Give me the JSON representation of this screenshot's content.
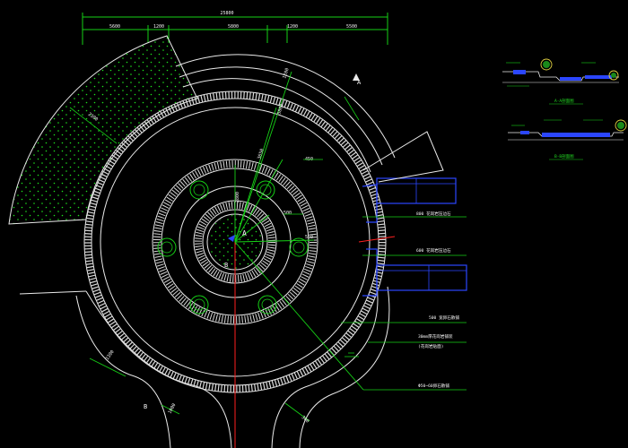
{
  "drawing": {
    "dimensions_top": {
      "overall": "25800",
      "segments": [
        "5600",
        "1200",
        "5800",
        "1200",
        "5500"
      ]
    },
    "radial_dims": {
      "outer_band": "1200",
      "ring_a": "5800",
      "ring_b": "3650",
      "inner": "2800",
      "pavement": "2300",
      "path_left": "1300",
      "path_right": "1000",
      "path_lower_right": "300",
      "center_offset": "500",
      "small_right": "550",
      "small_left": "450"
    },
    "markers": {
      "center": "A",
      "top_right": "A",
      "inner_b": "B",
      "bottom_left": "B"
    },
    "leaders": [
      "800 花岗岩压边石",
      "600 花岗岩压边石",
      "500 宽卵石散铺",
      "30mm厚花岗岩铺装",
      "(花岗岩贴面)",
      "Φ50~60卵石散铺"
    ],
    "sections": {
      "section_a_caption": "A-A剖面图",
      "section_b_caption": "B-B剖面图"
    }
  }
}
